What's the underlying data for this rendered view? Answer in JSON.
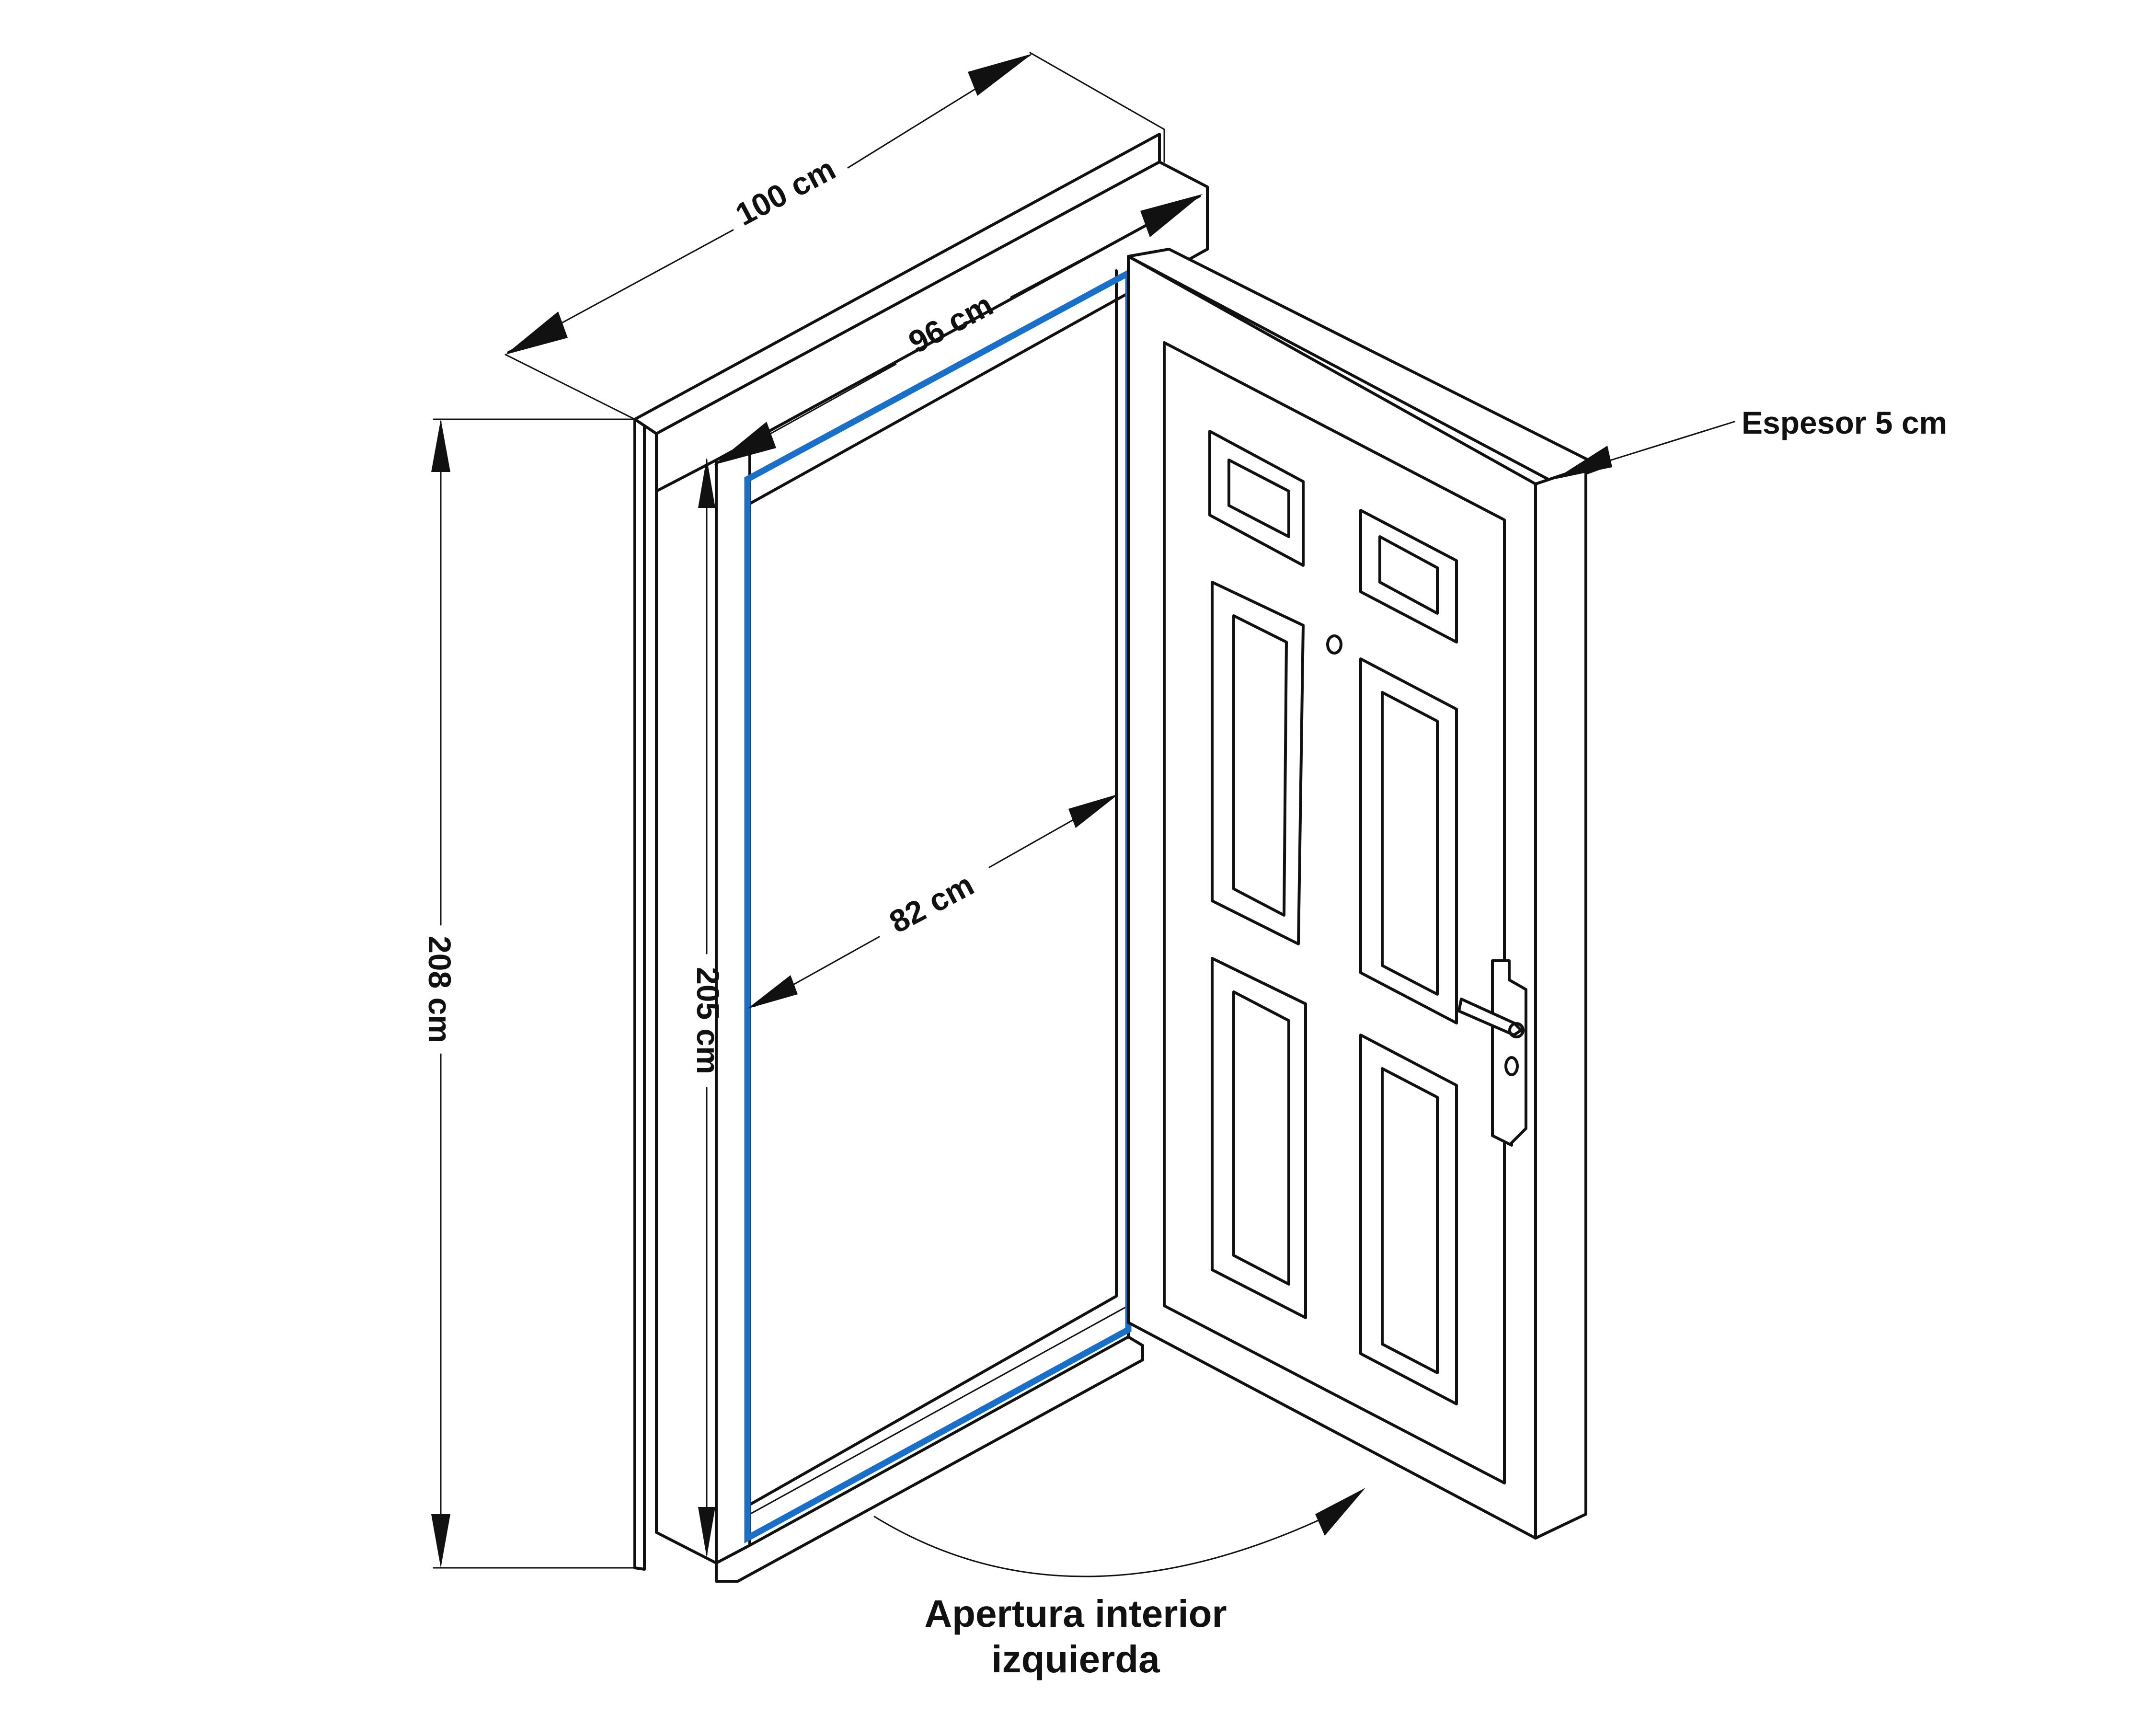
{
  "diagram": {
    "labels": {
      "outer_width": "100 cm",
      "inner_width": "96 cm",
      "clear_opening": "82 cm",
      "outer_height": "208 cm",
      "inner_height": "205 cm",
      "thickness": "Espesor 5 cm",
      "opening_type_line1": "Apertura interior",
      "opening_type_line2": "izquierda"
    },
    "colors": {
      "outline": "#111111",
      "opening_highlight": "#1a6fc9",
      "background": "#ffffff"
    },
    "icons": {
      "door": "door-drawing",
      "swing": "curved-swing-arrow"
    }
  }
}
